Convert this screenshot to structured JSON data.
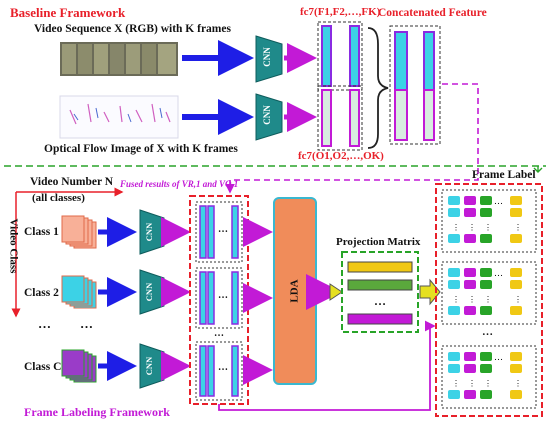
{
  "baseline": {
    "title": "Baseline Framework",
    "video_seq": "Video Sequence X (RGB) with K frames",
    "optical_flow": "Optical Flow Image of X with K frames",
    "fc7_rgb": "fc7(F1,F2,…,FK)",
    "fc7_flow": "fc7(O1,O2,…,OK)",
    "concat": "Concatenated Feature",
    "cnn": "CNN"
  },
  "labeling": {
    "title": "Frame Labeling Framework",
    "video_number": "Video Number N",
    "all_classes": "(all classes)",
    "video_class": "Video Class",
    "fused": "Fused results of VR,1 and VO,1",
    "frame_label": "Frame Label",
    "lda": "LDA",
    "projection_matrix": "Projection Matrix",
    "classes": [
      "Class 1",
      "Class 2",
      "…",
      "Class C"
    ],
    "dots": "…",
    "cnn": "CNN"
  },
  "colors": {
    "blue_arrow": "#1e1ee6",
    "magenta": "#c21ad6",
    "red": "#e8202a",
    "green": "#28a428",
    "cnn": "#1f8a8a",
    "lda": "#f08c5a",
    "cyan": "#3cd2e6",
    "purple": "#8a2be2",
    "yellow": "#f0c814",
    "mag_bar": "#c21ad6"
  }
}
